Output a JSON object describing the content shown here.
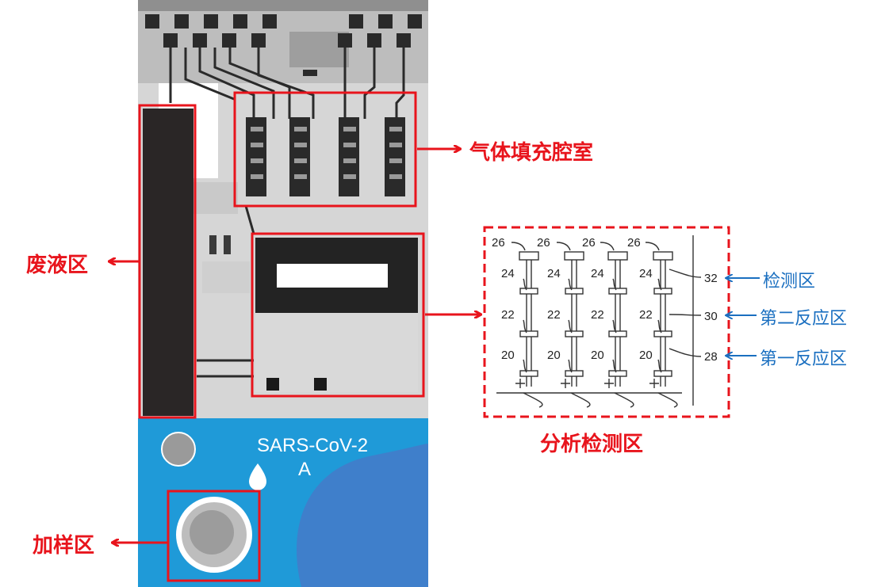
{
  "labels": {
    "gas_chamber": "气体填充腔室",
    "waste_zone": "废液区",
    "sample_zone": "加样区",
    "analysis_zone": "分析检测区",
    "detection_zone": "检测区",
    "second_reaction_zone": "第二反应区",
    "first_reaction_zone": "第一反应区"
  },
  "device": {
    "brand_line1": "SARS-CoV-2",
    "brand_line2": "A"
  },
  "detail": {
    "top_numbers": [
      "26",
      "26",
      "26",
      "26"
    ],
    "row_24": [
      "24",
      "24",
      "24",
      "24"
    ],
    "row_22": [
      "22",
      "22",
      "22",
      "22"
    ],
    "row_20": [
      "20",
      "20",
      "20",
      "20"
    ],
    "right_numbers": [
      "32",
      "30",
      "28"
    ]
  },
  "colors": {
    "red": "#e8141c",
    "blue": "#1a6fc0",
    "device_blue": "#1f9ad8",
    "thumb_blue": "#3f7fcb"
  }
}
